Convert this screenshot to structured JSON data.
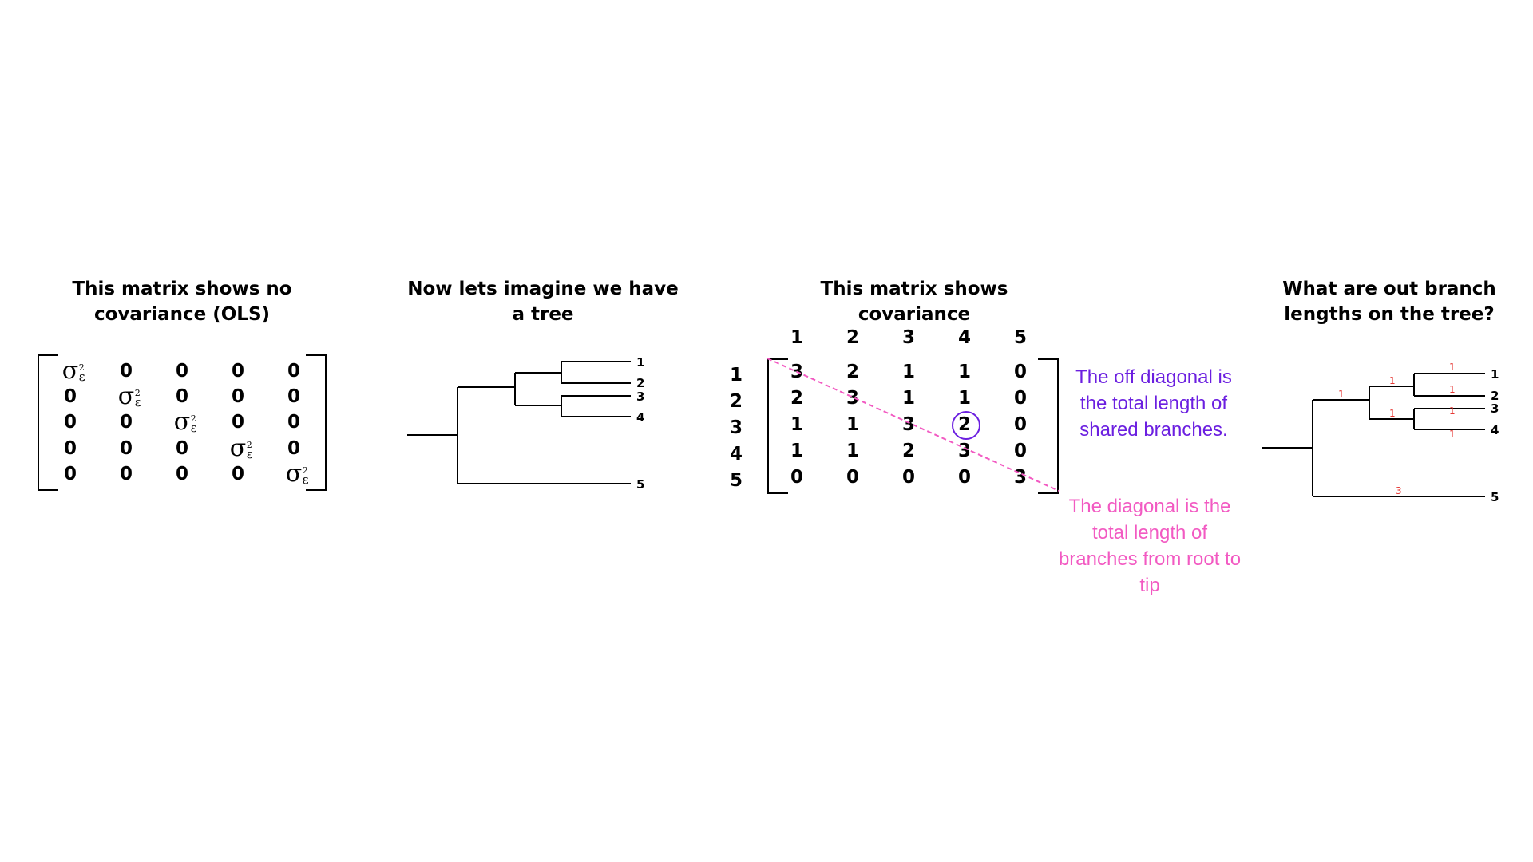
{
  "panel1": {
    "title": "This matrix shows no covariance (OLS)",
    "sigma_symbol": "σ",
    "sigma_sub": "ε",
    "sigma_sup": "2",
    "zero": "0"
  },
  "panel2": {
    "title": "Now lets imagine we have a tree",
    "tips": [
      "1",
      "2",
      "3",
      "4",
      "5"
    ]
  },
  "panel3": {
    "title": "This matrix shows covariance",
    "col_headers": [
      "1",
      "2",
      "3",
      "4",
      "5"
    ],
    "row_headers": [
      "1",
      "2",
      "3",
      "4",
      "5"
    ],
    "matrix": [
      [
        "3",
        "2",
        "1",
        "1",
        "0"
      ],
      [
        "2",
        "3",
        "1",
        "1",
        "0"
      ],
      [
        "1",
        "1",
        "3",
        "2",
        "0"
      ],
      [
        "1",
        "1",
        "2",
        "3",
        "0"
      ],
      [
        "0",
        "0",
        "0",
        "0",
        "3"
      ]
    ],
    "note_off_diagonal": "The off diagonal is the total length of shared branches.",
    "note_diagonal": "The diagonal is the total length of branches from root to tip",
    "note_off_diagonal_color": "#6b1fe0",
    "note_diagonal_color": "#f25ac2",
    "highlighted_cell": "row 3, column 4"
  },
  "panel4": {
    "title": "What are out branch lengths on the tree?",
    "tips": [
      "1",
      "2",
      "3",
      "4",
      "5"
    ],
    "branch_labels": {
      "root_to_clade": "1",
      "clade_to_12": "1",
      "clade_to_34": "1",
      "tip1": "1",
      "tip2": "1",
      "tip3": "1",
      "tip4": "1",
      "tip5": "3"
    },
    "branch_label_color": "#e53935"
  }
}
